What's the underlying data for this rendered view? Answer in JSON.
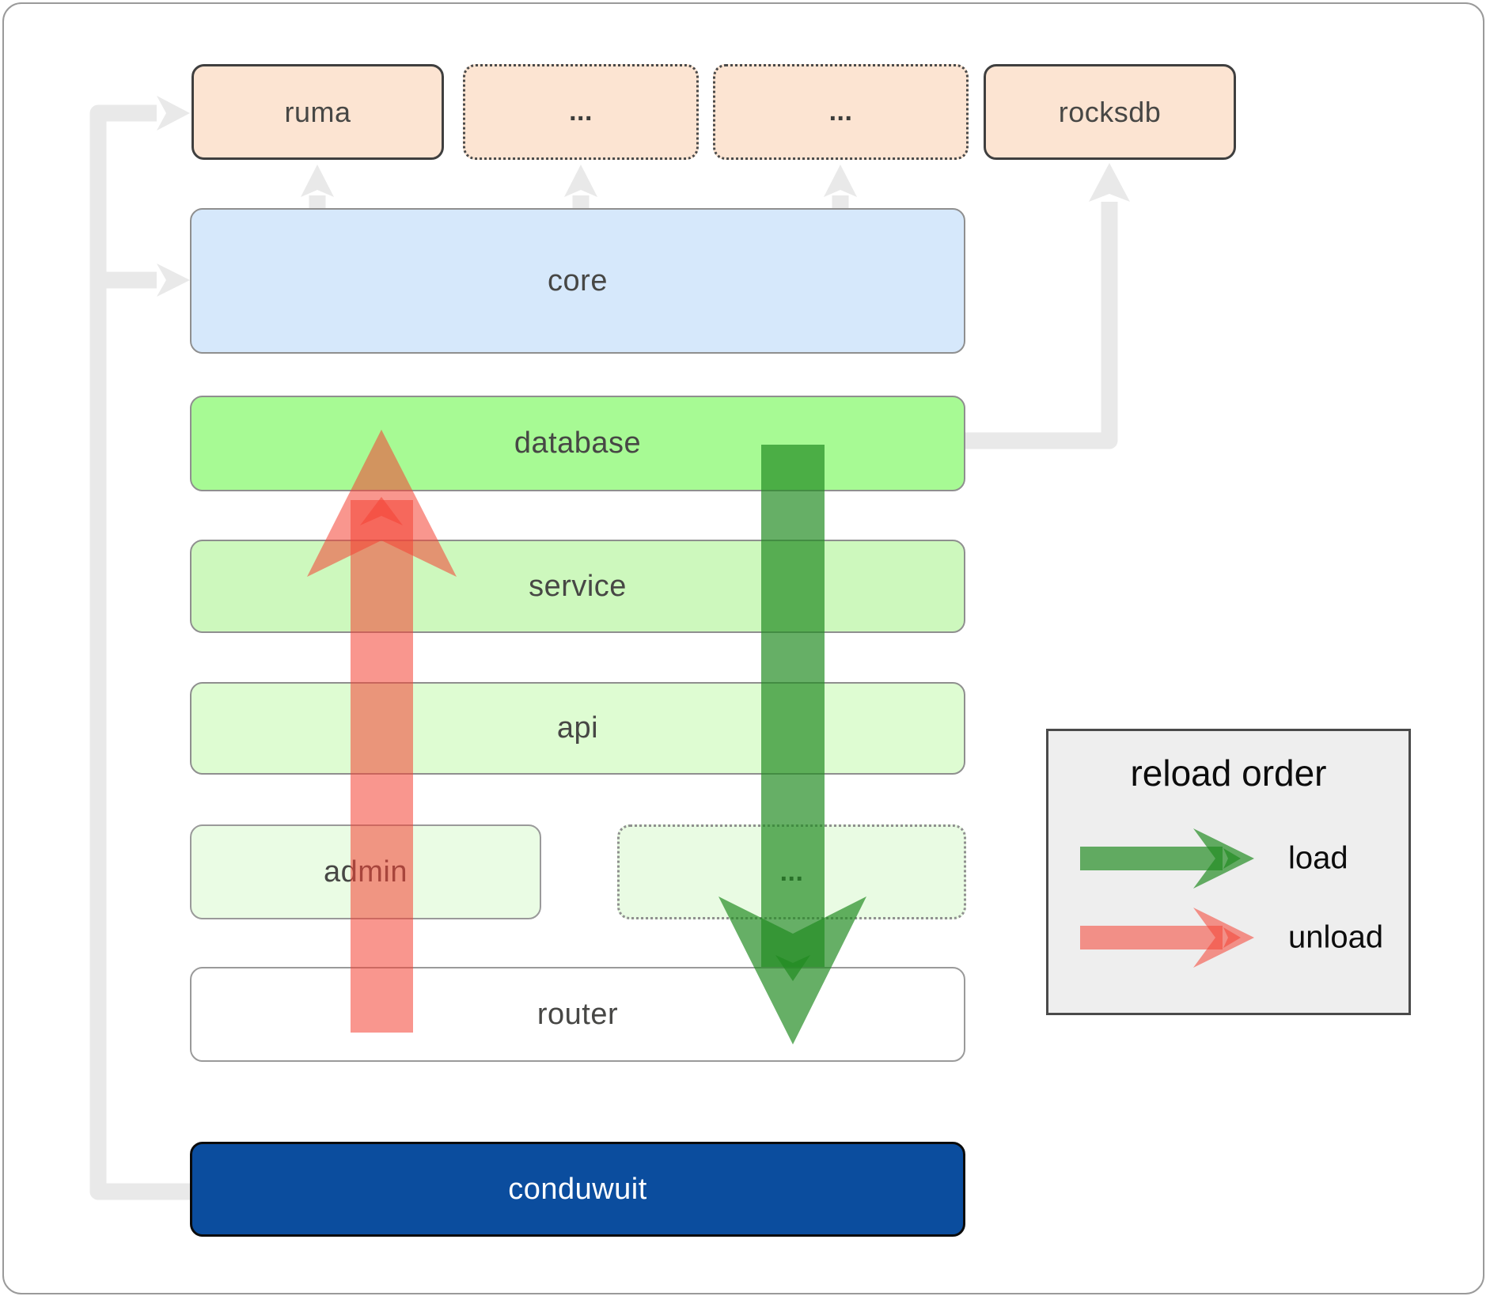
{
  "boxes": {
    "ruma": {
      "label": "ruma"
    },
    "ellipsis_top_left": {
      "label": "..."
    },
    "ellipsis_top_right": {
      "label": "..."
    },
    "rocksdb": {
      "label": "rocksdb"
    },
    "core": {
      "label": "core"
    },
    "database": {
      "label": "database"
    },
    "service": {
      "label": "service"
    },
    "api": {
      "label": "api"
    },
    "admin": {
      "label": "admin"
    },
    "ellipsis_middle": {
      "label": "..."
    },
    "router": {
      "label": "router"
    },
    "conduwuit": {
      "label": "conduwuit"
    }
  },
  "legend": {
    "title": "reload order",
    "items": [
      {
        "label": "load",
        "color": "#228b22"
      },
      {
        "label": "unload",
        "color": "#f44336"
      }
    ]
  },
  "colors": {
    "peach_box": "#fce4d2",
    "core_box": "#d6e8fb",
    "database_box": "#a7fa94",
    "service_box": "#cdf8bd",
    "api_box": "#defcd2",
    "admin_box": "#eafce4",
    "router_box": "#ffffff",
    "conduwuit_box": "#0b4d9e",
    "load_arrow": "#228b22",
    "unload_arrow": "#f44336",
    "connector_gray": "#e9e9e9",
    "legend_bg": "#eeeeee"
  }
}
